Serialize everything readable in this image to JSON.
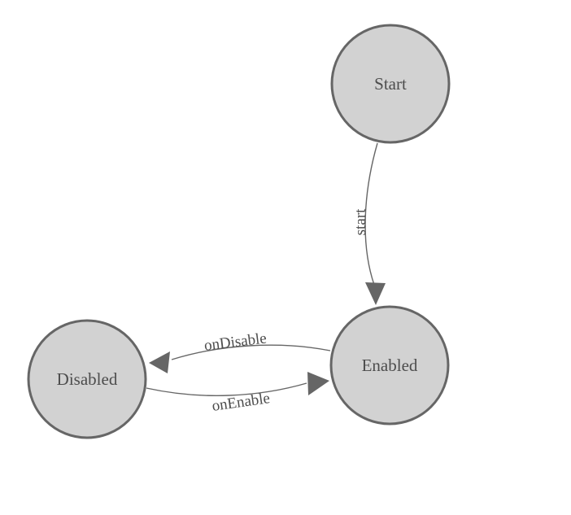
{
  "diagram": {
    "kind": "state-machine",
    "colors": {
      "background": "#ffffff",
      "node_fill": "#d2d2d2",
      "node_stroke": "#666666",
      "edge": "#666666",
      "text": "#4d4d4d"
    },
    "states": [
      {
        "id": "start",
        "label": "Start"
      },
      {
        "id": "enabled",
        "label": "Enabled"
      },
      {
        "id": "disabled",
        "label": "Disabled"
      }
    ],
    "transitions": [
      {
        "from": "Start",
        "to": "Enabled",
        "label": "start"
      },
      {
        "from": "Enabled",
        "to": "Disabled",
        "label": "onDisable"
      },
      {
        "from": "Disabled",
        "to": "Enabled",
        "label": "onEnable"
      }
    ]
  }
}
